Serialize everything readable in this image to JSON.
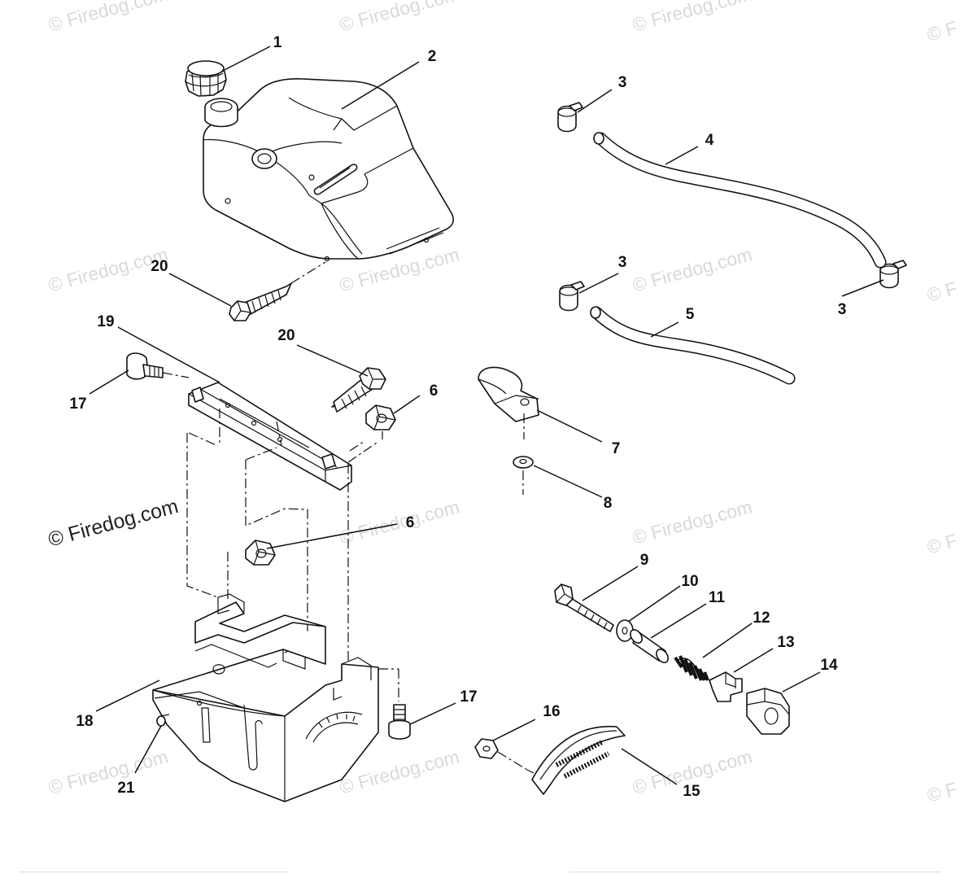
{
  "watermark": {
    "text": "© Firedog.com",
    "partial": "© F"
  },
  "callouts": {
    "p1": "1",
    "p2": "2",
    "p3a": "3",
    "p3b": "3",
    "p3c": "3",
    "p4": "4",
    "p5": "5",
    "p6a": "6",
    "p6b": "6",
    "p7": "7",
    "p8": "8",
    "p9": "9",
    "p10": "10",
    "p11": "11",
    "p12": "12",
    "p13": "13",
    "p14": "14",
    "p15": "15",
    "p16": "16",
    "p17a": "17",
    "p17b": "17",
    "p18": "18",
    "p19": "19",
    "p20a": "20",
    "p20b": "20",
    "p21": "21"
  }
}
